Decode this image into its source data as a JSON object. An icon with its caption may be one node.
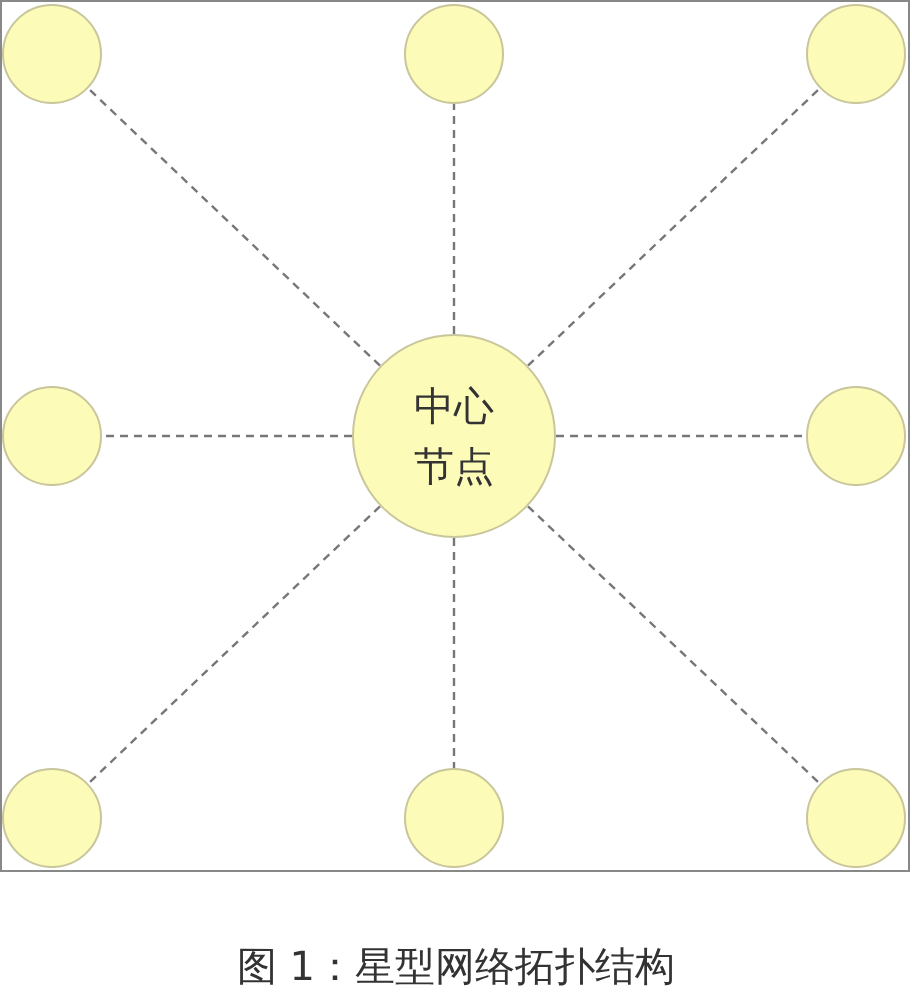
{
  "diagram": {
    "caption": "图 1：星型网络拓扑结构",
    "nodes": [
      {
        "text": [
          "中心节点"
        ]
      },
      {
        "text": [],
        "shape": "circle"
      },
      {
        "text": [],
        "shape": "circle"
      },
      {
        "text": [],
        "shape": "circle"
      },
      {
        "text": [],
        "shape": "circle"
      },
      {
        "text": [],
        "shape": "circle"
      },
      {
        "text": [],
        "shape": "circle"
      },
      {
        "text": [],
        "shape": "circle"
      },
      {
        "text": [],
        "shape": "circle"
      }
    ],
    "edges": [
      {
        "from": 0,
        "to": 1,
        "arrow": "none",
        "style": "dashed"
      },
      {
        "from": 0,
        "to": 2,
        "arrow": "none",
        "style": "dashed"
      },
      {
        "from": 0,
        "to": 3,
        "arrow": "none",
        "style": "dashed"
      },
      {
        "from": 0,
        "to": 4,
        "arrow": "none",
        "style": "dashed"
      },
      {
        "from": 0,
        "to": 5,
        "arrow": "none",
        "style": "dashed"
      },
      {
        "from": 0,
        "to": 6,
        "arrow": "none",
        "style": "dashed"
      },
      {
        "from": 0,
        "to": 7,
        "arrow": "none",
        "style": "dashed"
      },
      {
        "from": 0,
        "to": 8,
        "arrow": "none",
        "style": "dashed"
      }
    ]
  }
}
